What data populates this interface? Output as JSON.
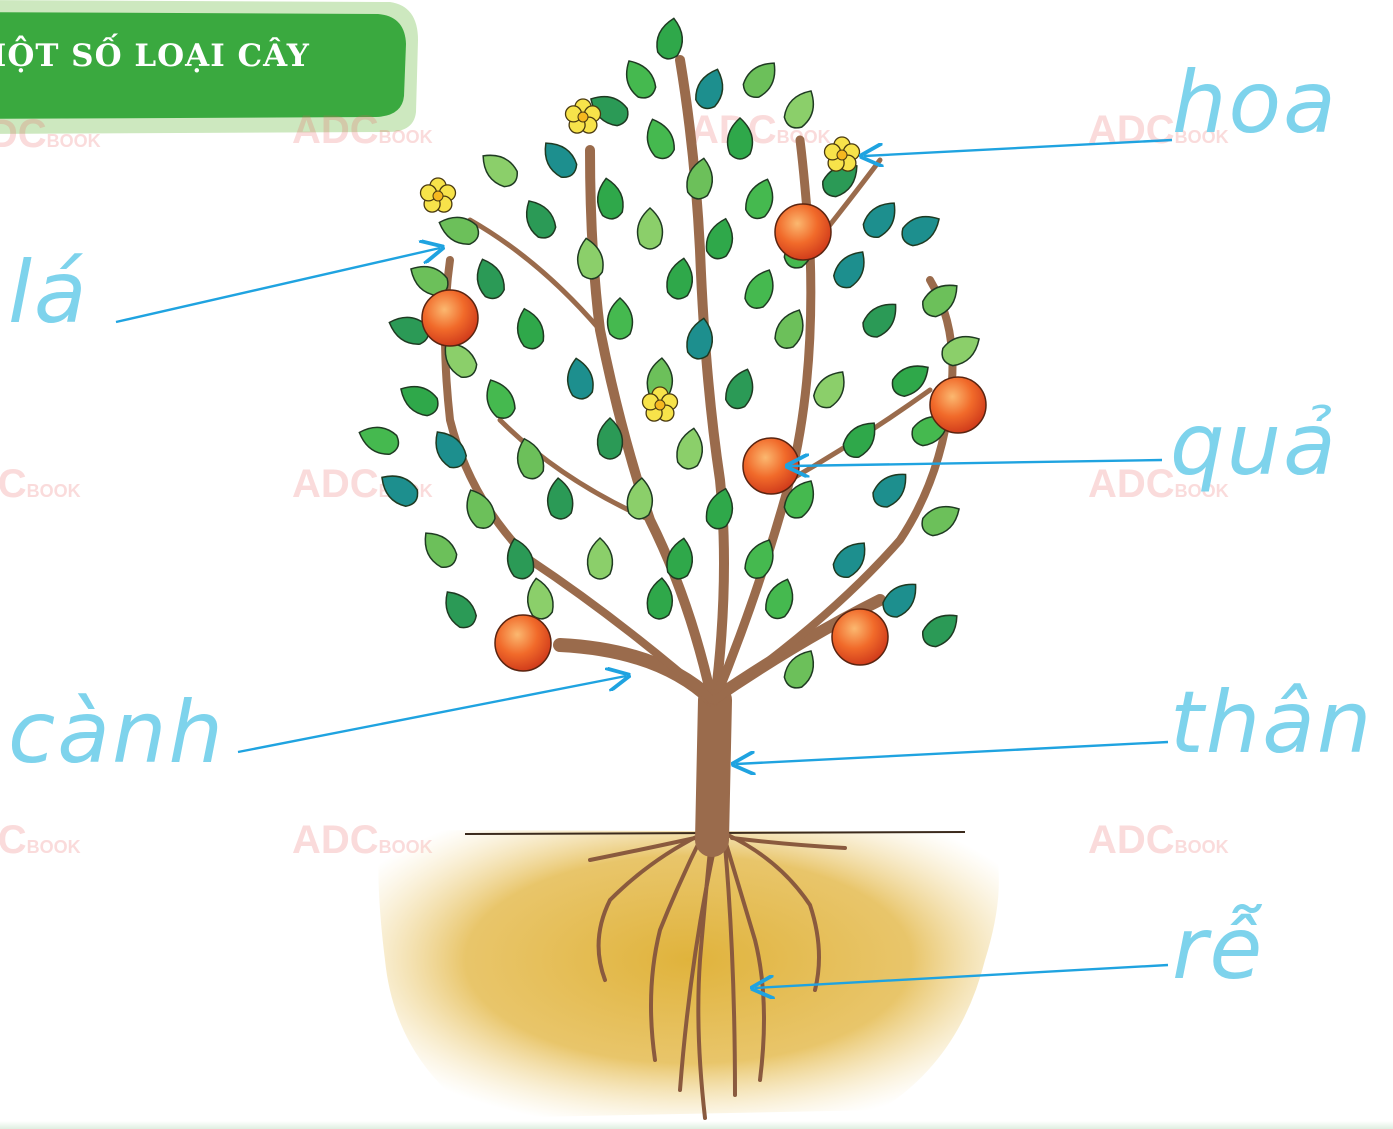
{
  "banner": {
    "title": "MỘT SỐ LOẠI CÂY"
  },
  "labels": {
    "flower": "hoa",
    "leaf": "lá",
    "fruit": "quả",
    "branch": "cành",
    "trunk": "thân",
    "root": "rễ"
  },
  "watermark": {
    "text": "ADC",
    "sub": "BOOK"
  },
  "colors": {
    "banner_green": "#3aa93f",
    "banner_border": "#b9e0a9",
    "label_blue": "#7ed3ec",
    "arrow_blue": "#1fa3e0",
    "trunk_brown": "#9a6b4c",
    "soil": "#e2b54a",
    "fruit_orange": "#f0662a",
    "flower_yellow": "#f7e34a"
  }
}
